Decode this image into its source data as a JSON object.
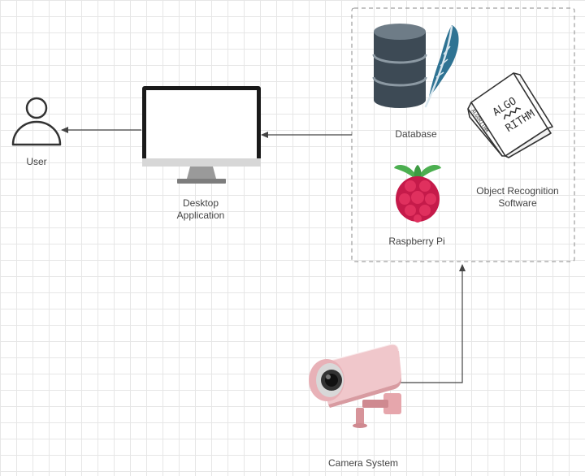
{
  "nodes": {
    "user": {
      "label": "User",
      "icon": "user-icon"
    },
    "desktop": {
      "label_line1": "Desktop",
      "label_line2": "Application",
      "icon": "monitor-icon"
    },
    "database": {
      "label": "Database",
      "icon": "database-icon"
    },
    "raspberry": {
      "label": "Raspberry Pi",
      "icon": "raspberry-pi-icon"
    },
    "software": {
      "label_line1": "Object Recognition",
      "label_line2": "Software",
      "icon": "algorithm-book-icon",
      "book_text_1": "ALGO",
      "book_text_2": "RITHM",
      "book_text_3": "ALGORITHM"
    },
    "camera": {
      "label": "Camera System",
      "icon": "security-camera-icon"
    }
  },
  "colors": {
    "edge": "#444444",
    "group_border": "#8a8a8a",
    "grid": "#e6e6e6"
  }
}
